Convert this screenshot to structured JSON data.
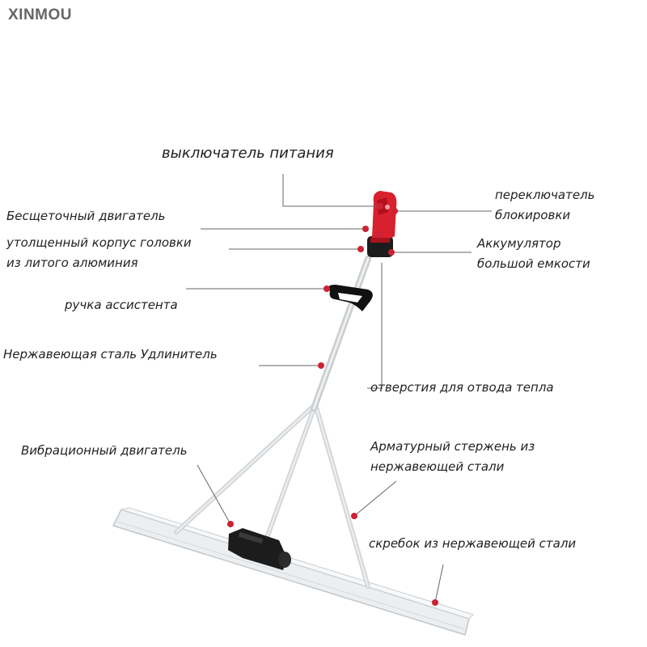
{
  "brand": "XINMOU",
  "colors": {
    "accent": "#cc2233",
    "body_red": "#d8202e",
    "leader": "#666666",
    "steel": "#d9dde0",
    "black_part": "#1c1c1c"
  },
  "labels": {
    "power_switch": "выключатель питания",
    "lock_switch": "переключатель\nблокировки",
    "brushless_motor": "Бесщеточный двигатель",
    "head_housing": "утолщенный корпус головки\nиз литого алюминия",
    "battery": "Аккумулятор\nбольшой емкости",
    "assist_handle": "ручка ассистента",
    "extension": "Нержавеющая сталь Удлинитель",
    "heat_vents": "отверстия для отвода тепла",
    "vibration_motor": "Вибрационный двигатель",
    "rebar": "Арматурный стержень из\nнержавеющей стали",
    "scraper": "скребок из нержавеющей стали"
  }
}
